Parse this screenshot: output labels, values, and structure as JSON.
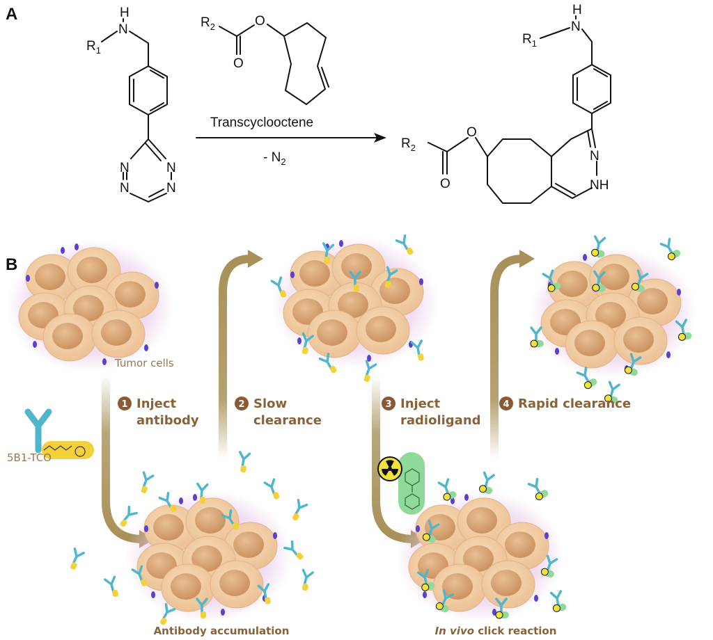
{
  "panel_a": {
    "label": "A",
    "tetrazine": {
      "r1": {
        "main": "R",
        "sub": "1"
      },
      "n_amine": "N",
      "h_amine": "H",
      "ring_n": [
        "N",
        "N",
        "N",
        "N"
      ]
    },
    "tco": {
      "r2": {
        "main": "R",
        "sub": "2"
      },
      "o_ester": "O",
      "o_carbonyl": "O"
    },
    "reagent": "Transcyclooctene",
    "byproduct": {
      "main": "- N",
      "sub": "2"
    },
    "product": {
      "r1": {
        "main": "R",
        "sub": "1"
      },
      "n_amine": "N",
      "h_amine": "H",
      "r2": {
        "main": "R",
        "sub": "2"
      },
      "o_ester": "O",
      "o_carbonyl": "O",
      "n_ring": "N",
      "nh_ring": "NH"
    }
  },
  "panel_b": {
    "label": "B",
    "tumor_cells_label": "Tumor cells",
    "conjugate_label": "5B1-TCO",
    "steps": [
      {
        "number": "1",
        "line1": "Inject",
        "line2": "antibody"
      },
      {
        "number": "2",
        "line1": "Slow",
        "line2": "clearance"
      },
      {
        "number": "3",
        "line1": "Inject",
        "line2": "radioligand"
      },
      {
        "number": "4",
        "line1": "Rapid clearance",
        "line2": ""
      }
    ],
    "captions": {
      "left": "Antibody accumulation",
      "right_italic": "In vivo",
      "right_rest": " click reaction"
    }
  },
  "colors": {
    "text_brown": "#8a6238",
    "badge": "#8b5a34",
    "arrow_gold": "#a89058",
    "cell": "#f3cfa6",
    "nucleus": "#d9a77a",
    "antibody": "#4fb6cc",
    "tco_tag": "#f2d13a",
    "radioligand": "#8fd99a",
    "antigen": "#5a3fd0"
  }
}
